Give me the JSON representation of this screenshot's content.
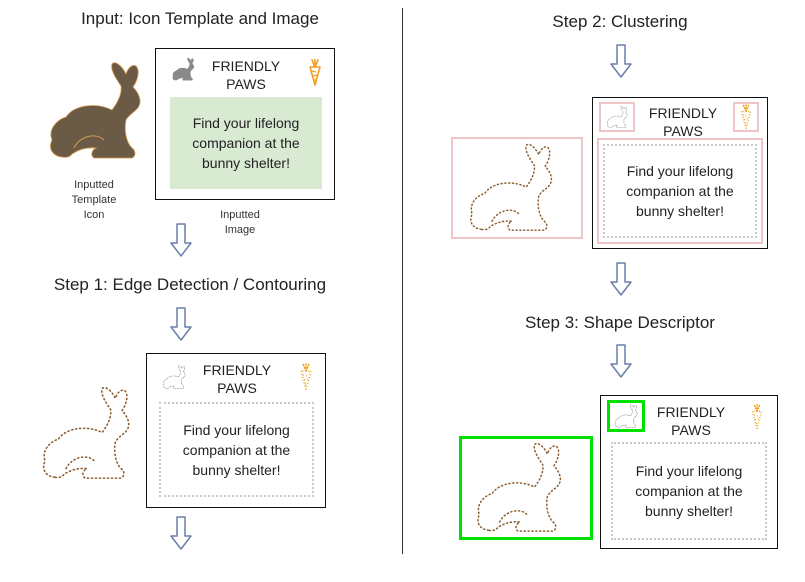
{
  "panels": {
    "input": {
      "title": "Input: Icon Template and Image",
      "template_label": [
        "Inputted",
        "Template",
        "Icon"
      ],
      "image_label": [
        "Inputted",
        "Image"
      ]
    },
    "step1": {
      "title": "Step 1: Edge Detection / Contouring"
    },
    "step2": {
      "title": "Step 2: Clustering"
    },
    "step3": {
      "title": "Step 3: Shape Descriptor"
    }
  },
  "ad": {
    "brand_line1": "FRIENDLY",
    "brand_line2": "PAWS",
    "message_line1": "Find your lifelong",
    "message_line2": "companion at the",
    "message_line3": "bunny shelter!"
  },
  "colors": {
    "rabbit_fill": "#6b5a45",
    "contour": "#8a5a2b",
    "green_panel": "#d9ead3",
    "cluster_box": "#efc4c4",
    "match_box": "#00e000",
    "carrot": "#f0a020",
    "arrow": "#6a7fa8"
  },
  "icons": [
    "rabbit-icon",
    "carrot-icon",
    "down-arrow-icon"
  ]
}
